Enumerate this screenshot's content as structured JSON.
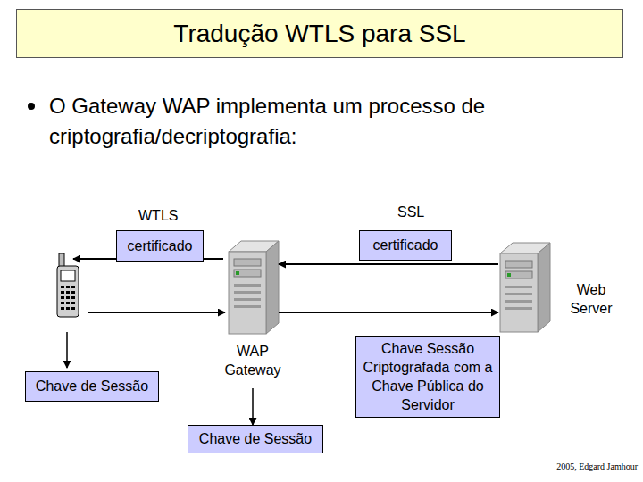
{
  "diagram": {
    "title": "Tradução WTLS para SSL",
    "nodes": [
      {
        "text": [
          "certificado"
        ]
      },
      {
        "text": [
          "certificado"
        ]
      },
      {
        "text": [
          "WAP Gateway"
        ]
      },
      {
        "text": [
          "Web Server"
        ]
      },
      {
        "text": [
          "Chave de Sessão"
        ]
      },
      {
        "text": [
          "Chave Sessão Criptografada com a Chave Pública do Servidor"
        ]
      },
      {
        "text": [
          "Chave de Sessão"
        ]
      }
    ],
    "edges": [
      {
        "from": 3,
        "to": 2,
        "arrow": "to"
      },
      {
        "from": 2,
        "to": 3,
        "arrow": "to"
      },
      {
        "from": 2,
        "to": 6,
        "arrow": "to"
      }
    ],
    "labels": [
      "O Gateway WAP implementa um processo de criptografia/decriptografia:",
      "WTLS",
      "SSL",
      "2005, Edgard Jamhour"
    ]
  }
}
